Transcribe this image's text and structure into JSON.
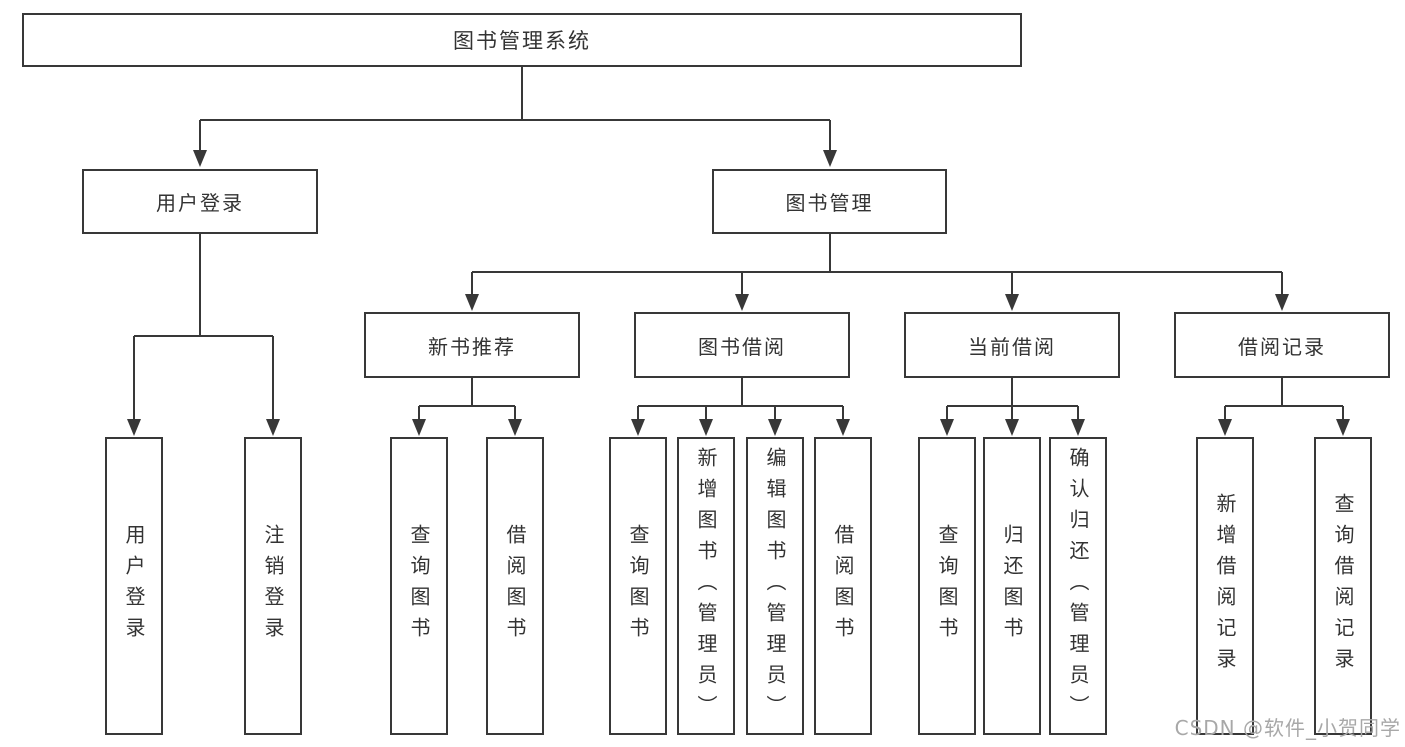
{
  "tree": {
    "root": {
      "label": "图书管理系统",
      "children": [
        {
          "label": "用户登录",
          "children": [
            {
              "label": "用户登录"
            },
            {
              "label": "注销登录"
            }
          ]
        },
        {
          "label": "图书管理",
          "children": [
            {
              "label": "新书推荐",
              "children": [
                {
                  "label": "查询图书"
                },
                {
                  "label": "借阅图书"
                }
              ]
            },
            {
              "label": "图书借阅",
              "children": [
                {
                  "label": "查询图书"
                },
                {
                  "label": "新增图书（管理员）"
                },
                {
                  "label": "编辑图书（管理员）"
                },
                {
                  "label": "借阅图书"
                }
              ]
            },
            {
              "label": "当前借阅",
              "children": [
                {
                  "label": "查询图书"
                },
                {
                  "label": "归还图书"
                },
                {
                  "label": "确认归还（管理员）"
                }
              ]
            },
            {
              "label": "借阅记录",
              "children": [
                {
                  "label": "新增借阅记录"
                },
                {
                  "label": "查询借阅记录"
                }
              ]
            }
          ]
        }
      ]
    }
  },
  "watermark": {
    "text": "CSDN @软件_小贺同学"
  },
  "colors": {
    "line": "#383838",
    "box_border": "#383838",
    "text": "#333333",
    "background": "#ffffff",
    "watermark": "#a8a8a8"
  }
}
